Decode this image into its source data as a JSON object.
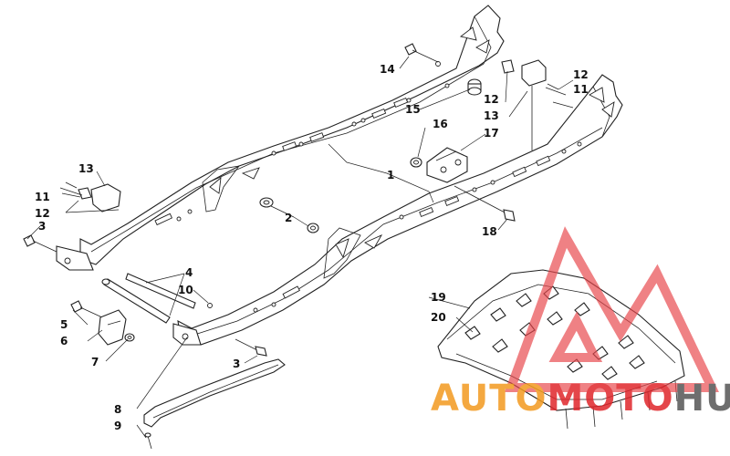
{
  "callouts": {
    "c1": "1",
    "c2": "2",
    "c3a": "3",
    "c3b": "3",
    "c4": "4",
    "c5": "5",
    "c6": "6",
    "c7": "7",
    "c8": "8",
    "c9": "9",
    "c10": "10",
    "c11a": "11",
    "c11b": "11",
    "c12a": "12",
    "c12b": "12",
    "c12c": "12",
    "c13a": "13",
    "c13b": "13",
    "c14": "14",
    "c15": "15",
    "c16": "16",
    "c17": "17",
    "c18": "18",
    "c19": "19",
    "c20": "20"
  },
  "watermark": {
    "word_orange": "AUTO",
    "word_red": "MOTO",
    "word_grey": "HUB",
    "colors": {
      "orange": "#f39a1f",
      "red": "#e0262b",
      "grey": "#555555",
      "logo": "#e8474c"
    }
  }
}
